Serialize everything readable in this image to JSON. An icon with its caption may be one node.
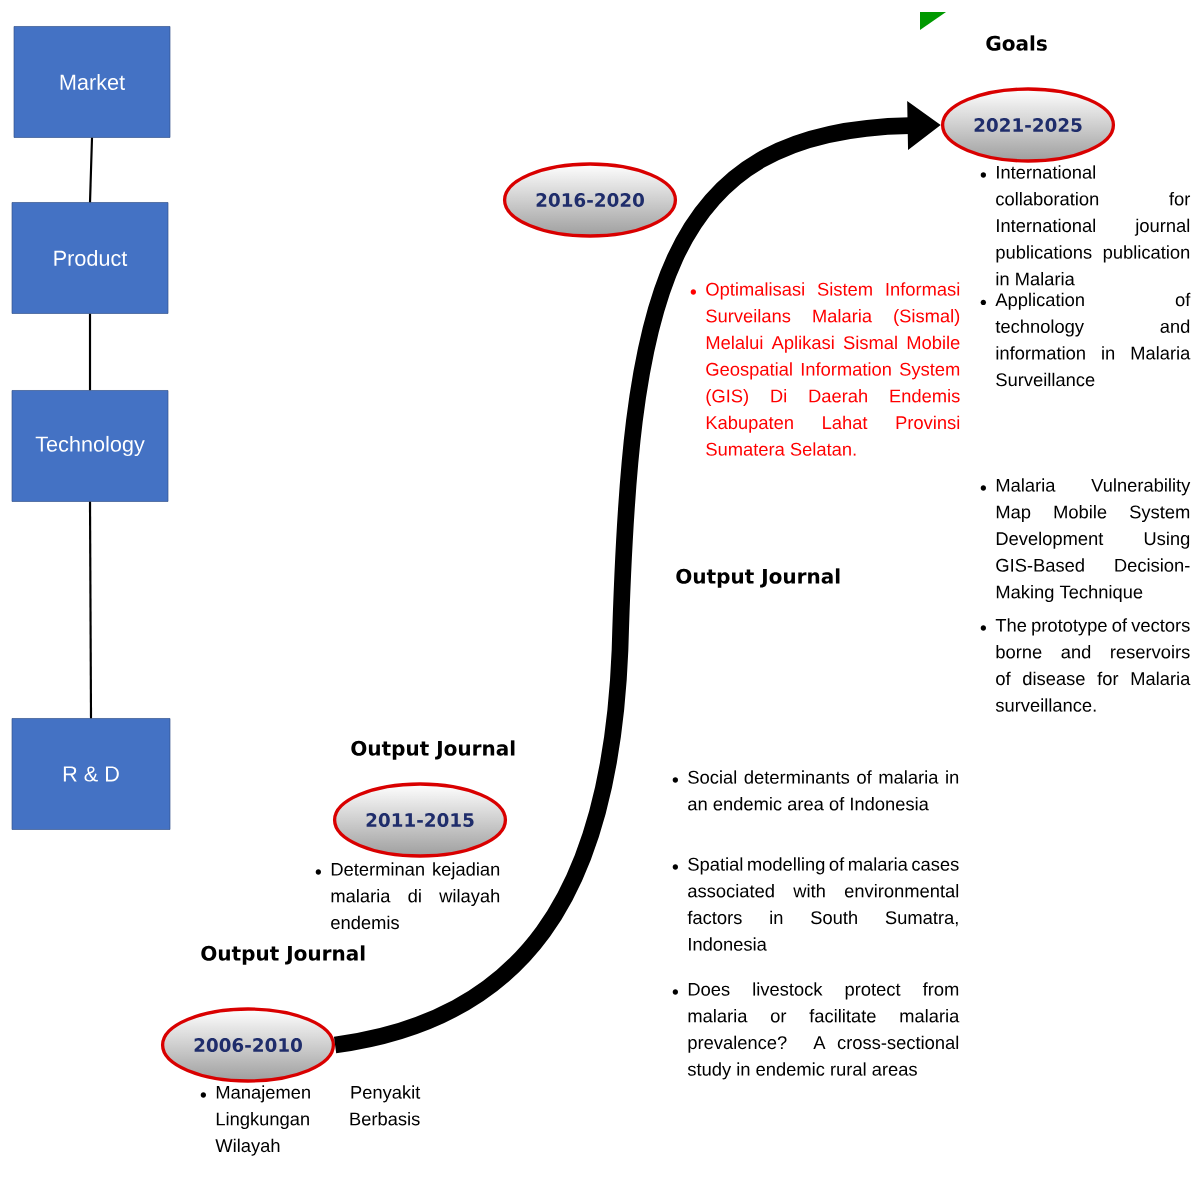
{
  "diagram": {
    "nodes": [
      {
        "text": [
          "Market"
        ]
      },
      {
        "text": [
          "Product"
        ]
      },
      {
        "text": [
          "Technology"
        ]
      },
      {
        "text": [
          "R & D"
        ]
      },
      {
        "text": [
          "2006-2010"
        ],
        "beside": [
          "Manajemen Penyakit Lingkungan Berbasis Wilayah"
        ]
      },
      {
        "text": [
          "2011-2015"
        ],
        "beside": [
          "Determinan kejadian malaria di wilayah endemis"
        ]
      },
      {
        "text": [
          "2016-2020"
        ],
        "beside": [
          "Optimalisasi Sistem Informasi Surveilans Malaria (Sismal) Melalui Aplikasi Sismal Mobile Geospatial Information System (GIS) Di Daerah Endemis Kabupaten Lahat Provinsi Sumatera Selatan."
        ]
      },
      {
        "text": [
          "2021-2025"
        ],
        "beside": [
          "International collaboration for International journal publications publication in Malaria",
          "Application of technology and information in Malaria Surveillance"
        ]
      }
    ],
    "edges": [
      {
        "from": 0,
        "to": 1,
        "arrow": "none"
      },
      {
        "from": 1,
        "to": 2,
        "arrow": "none"
      },
      {
        "from": 2,
        "to": 3,
        "arrow": "none"
      },
      {
        "from": 4,
        "to": 7,
        "arrow": "to",
        "style": "thick"
      }
    ],
    "labels": [
      "Goals",
      "Output Journal",
      "Malaria Vulnerability Map Mobile System Development Using GIS-Based Decision-Making Technique",
      "The prototype of vectors borne and reservoirs of disease for Malaria surveillance.",
      "Output Journal",
      "Social determinants of malaria in an endemic area of Indonesia",
      "Spatial modelling of malaria cases associated with environmental factors in South Sumatra, Indonesia",
      "Does livestock protect from malaria or facilitate malaria prevalence? A cross-sectional study in endemic rural areas",
      "Output Journal"
    ]
  }
}
